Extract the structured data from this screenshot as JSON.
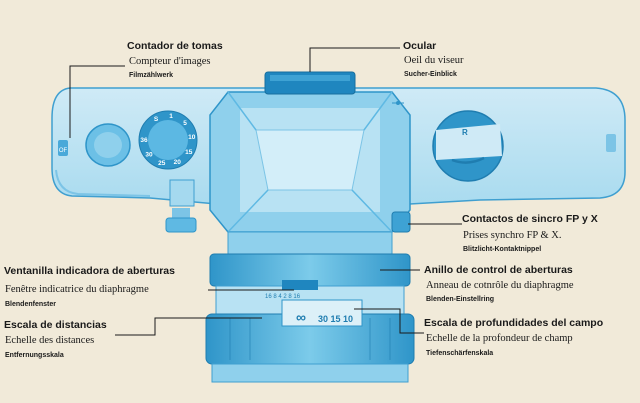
{
  "colors": {
    "background": "#f1ead9",
    "camera_blue": "#5fb9e3",
    "camera_light": "#b8e2f3",
    "camera_pale": "#dcf0f8",
    "camera_dark": "#2b8fc4",
    "leader_line": "#1a1a1a"
  },
  "callouts": {
    "frame_counter": {
      "es": "Contador de tomas",
      "fr": "Compteur d'images",
      "de": "Filmzählwerk"
    },
    "eyepiece": {
      "es": "Ocular",
      "fr": "Oeil du viseur",
      "de": "Sucher-Einblick"
    },
    "sync_contacts": {
      "es": "Contactos de sincro FP y X",
      "fr": "Prises synchro   FP & X.",
      "de": "Blitzlicht-Kontaktnippel"
    },
    "aperture_window": {
      "es": "Ventanilla indicadora de aberturas",
      "fr": "Fenêtre indicatrice   du diaphragme",
      "de": "Blendenfenster"
    },
    "aperture_ring": {
      "es": "Anillo de control de aberturas",
      "fr": "Anneau de cotnrôle   du diaphragme",
      "de": "Blenden-Einstellring"
    },
    "distance_scale": {
      "es": "Escala de distancias",
      "fr": "Echelle des distances",
      "de": "Entfernungsskala"
    },
    "dof_scale": {
      "es": "Escala de profundidades del campo",
      "fr": "Echelle de la profondeur de champ",
      "de": "Tiefenschärfenskala"
    }
  },
  "camera": {
    "counter_dial_numbers": [
      "S",
      "1",
      "5",
      "10",
      "15",
      "20",
      "25",
      "30",
      "36"
    ],
    "rewind_knob_letter": "R",
    "lens_scale_text": {
      "aperture_marks": "16 8 4 2 8 16",
      "infinity": "∞",
      "distance_marks": "30 15 10"
    }
  }
}
